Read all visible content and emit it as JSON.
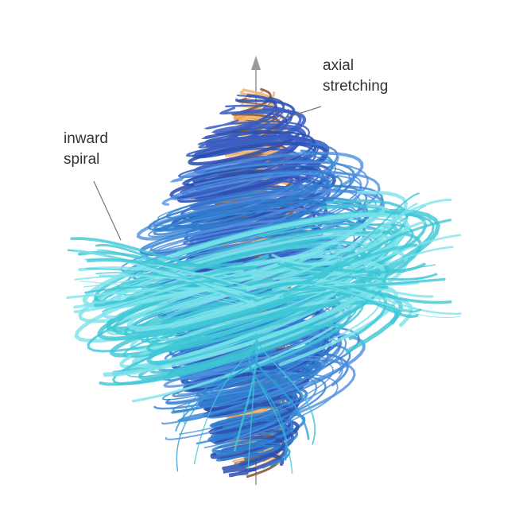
{
  "labels": {
    "axial_stretching": [
      "axial",
      "stretching"
    ],
    "inward_spiral": [
      "inward",
      "spiral"
    ]
  },
  "colors": {
    "background": "#ffffff",
    "core_orange": "#e8a35a",
    "core_dark": "#8a5a3a",
    "inner_blue": "#3a5fc4",
    "mid_blue": "#2f7fd0",
    "outer_cyan": "#3ec7d6",
    "pale_cyan": "#7fe3ec",
    "axis_gray": "#9a9a9a",
    "label_text": "#333333"
  }
}
